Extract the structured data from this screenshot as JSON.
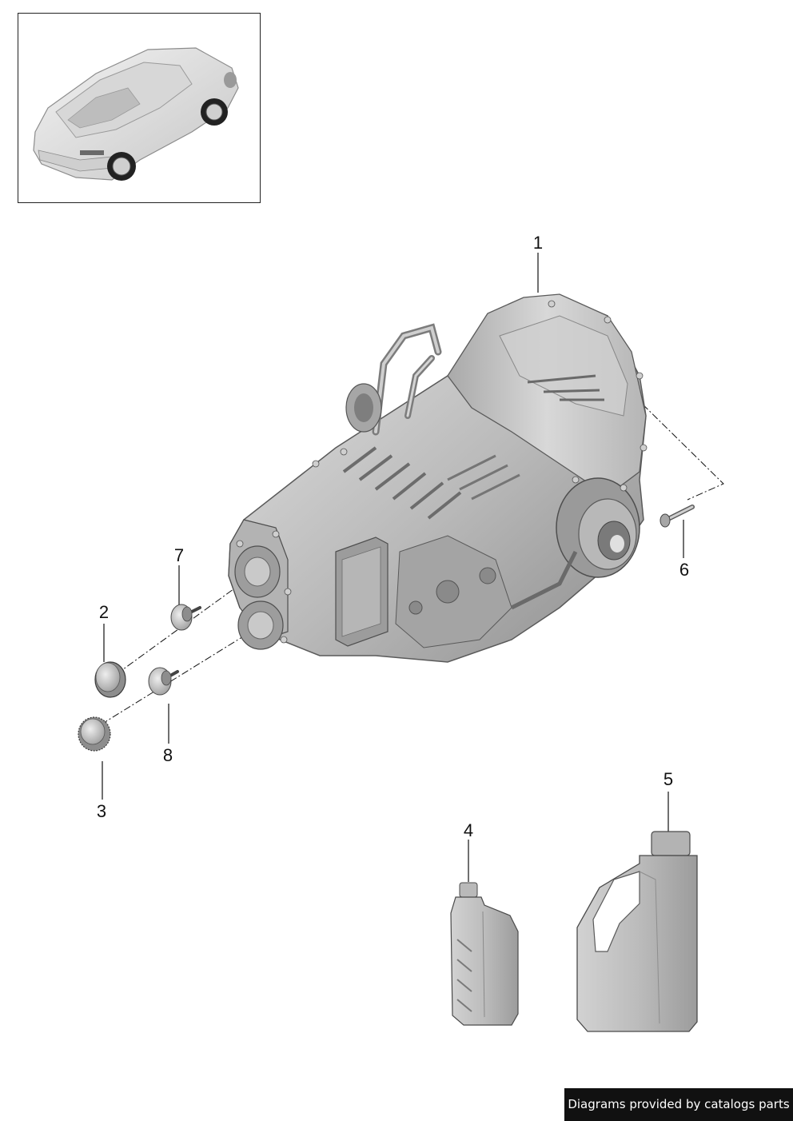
{
  "diagram": {
    "callouts": {
      "p1": "1",
      "p2": "2",
      "p3": "3",
      "p4": "4",
      "p5": "5",
      "p6": "6",
      "p7": "7",
      "p8": "8"
    }
  },
  "footer": {
    "credit": "Diagrams provided by catalogs parts"
  },
  "colors": {
    "line": "#111111",
    "part_light": "#e6e6e6",
    "part_mid": "#bdbdbd",
    "part_dark": "#8a8a8a",
    "footer_bg": "#111111"
  }
}
